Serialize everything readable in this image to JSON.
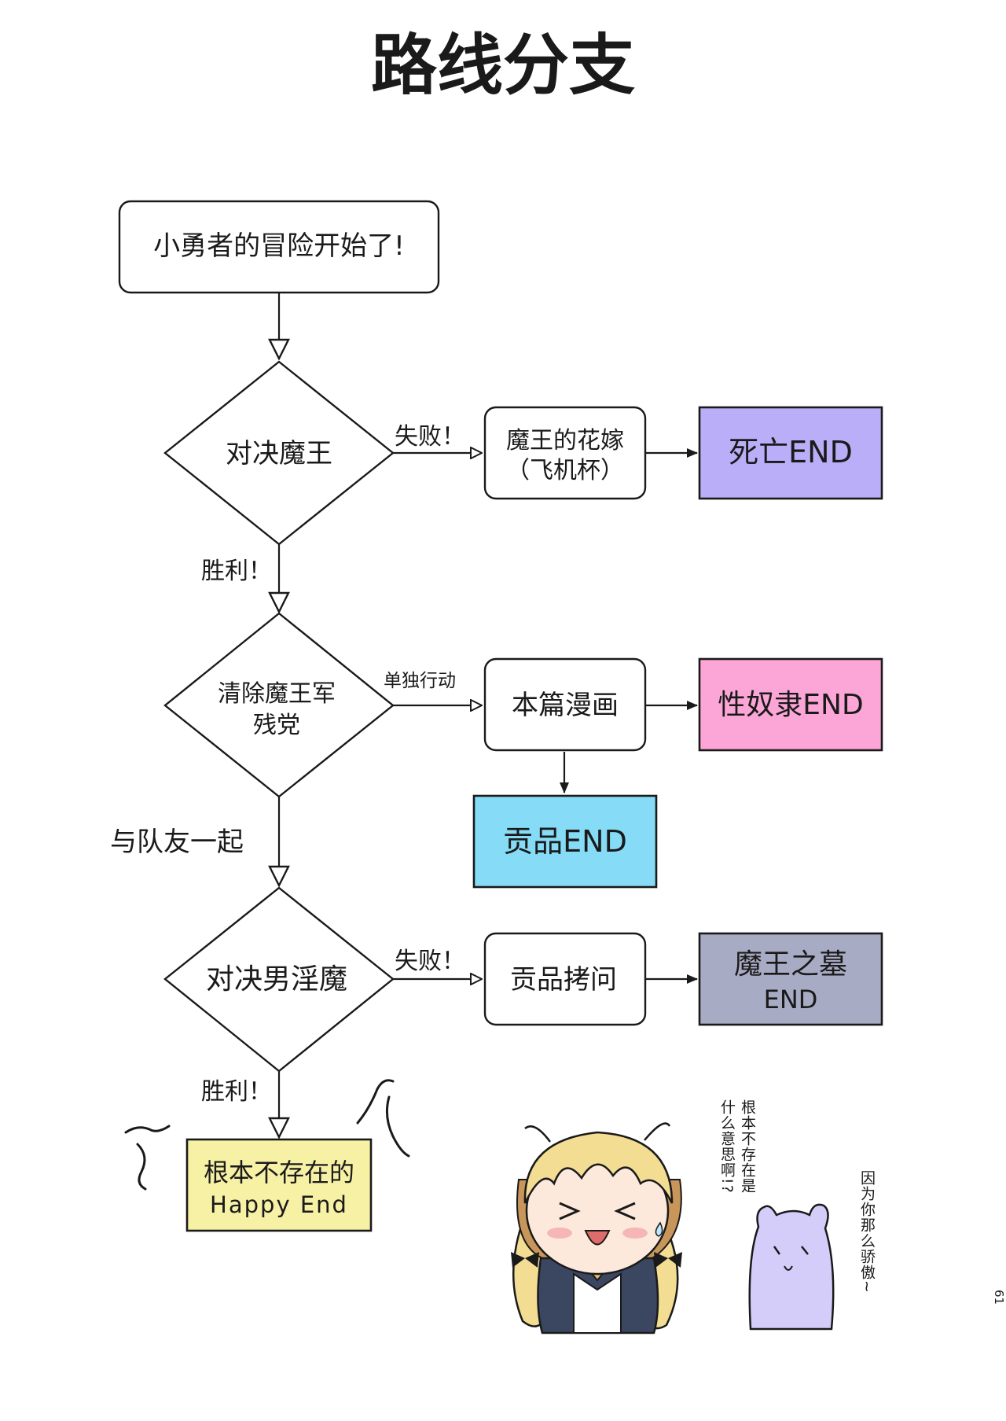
{
  "title": "路线分支",
  "colors": {
    "death_end": "#b9aef7",
    "slave_end": "#fca6d8",
    "tribute_end": "#86dcf7",
    "tomb_end": "#a8abc4",
    "happy_end": "#f7f1a6",
    "stroke": "#1a1a1a"
  },
  "nodes": {
    "start": "小勇者的冒险开始了!",
    "d1": "对决魔王",
    "bride_l1": "魔王的花嫁",
    "bride_l2": "（飞机杯）",
    "death_end": "死亡END",
    "d2_l1": "清除魔王军",
    "d2_l2": "残党",
    "this_comic": "本篇漫画",
    "slave_end": "性奴隶END",
    "tribute_end": "贡品END",
    "d3": "对决男淫魔",
    "torture": "贡品拷问",
    "tomb_l1": "魔王之墓",
    "tomb_l2": "END",
    "happy_l1": "根本不存在的",
    "happy_l2": "Happy  End"
  },
  "edge_labels": {
    "fail1": "失败！",
    "win1": "胜利！",
    "solo": "单独行动",
    "team": "与队友一起",
    "fail2": "失败！",
    "win2": "胜利！"
  },
  "speech": {
    "girl_col1": "根本不存在是",
    "girl_col2": "什么意思啊!?",
    "ghost": "因为你那么骄傲~"
  },
  "page_number": "61"
}
